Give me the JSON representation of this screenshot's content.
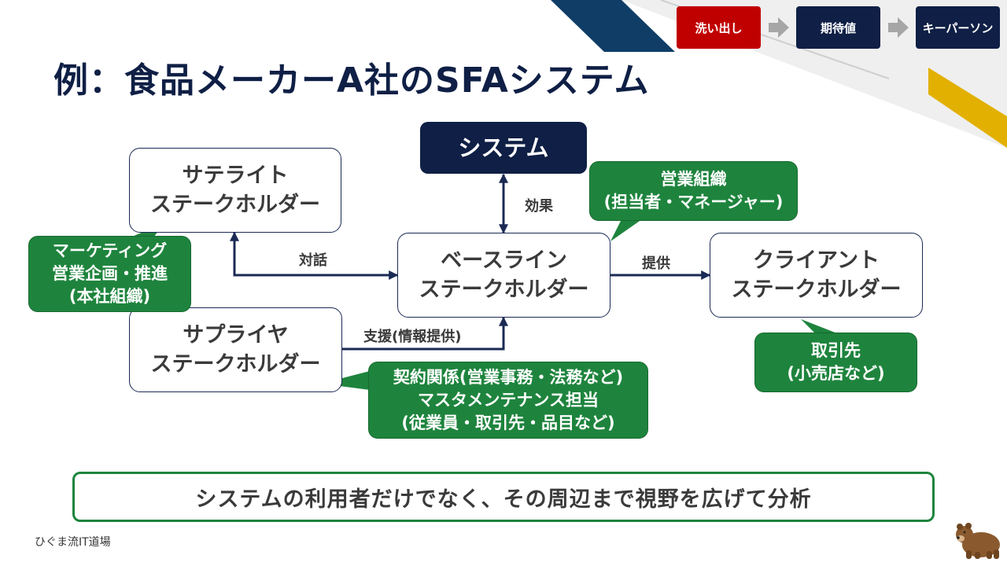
{
  "steps": [
    {
      "label": "洗い出し",
      "color": "#c00000"
    },
    {
      "label": "期待値",
      "color": "#0f1f45"
    },
    {
      "label": "キーパーソン",
      "color": "#0f1f45"
    }
  ],
  "title": "例：食品メーカーA社のSFAシステム",
  "nodes": {
    "system": {
      "label": "システム"
    },
    "satellite": {
      "line1": "サテライト",
      "line2": "ステークホルダー"
    },
    "baseline": {
      "line1": "ベースライン",
      "line2": "ステークホルダー"
    },
    "client": {
      "line1": "クライアント",
      "line2": "ステークホルダー"
    },
    "supplier": {
      "line1": "サプライヤ",
      "line2": "ステークホルダー"
    }
  },
  "edges": {
    "effect": "効果",
    "dialogue": "対話",
    "provide": "提供",
    "support": "支援(情報提供)"
  },
  "callouts": {
    "marketing": {
      "line1": "マーケティング",
      "line2": "営業企画・推進",
      "line3": "(本社組織)"
    },
    "sales_org": {
      "line1": "営業組織",
      "line2": "(担当者・マネージャー)"
    },
    "customer": {
      "line1": "取引先",
      "line2": "(小売店など)"
    },
    "contract": {
      "line1": "契約関係(営業事務・法務など)",
      "line2": "マスタメンテナンス担当",
      "line3": "(従業員・取引先・品目など)"
    }
  },
  "conclusion": "システムの利用者だけでなく、その周辺まで視野を広げて分析",
  "footer": "ひぐま流IT道場",
  "colors": {
    "navy": "#0f1f45",
    "green": "#1e843d",
    "red": "#c00000",
    "gold": "#e2b000"
  }
}
